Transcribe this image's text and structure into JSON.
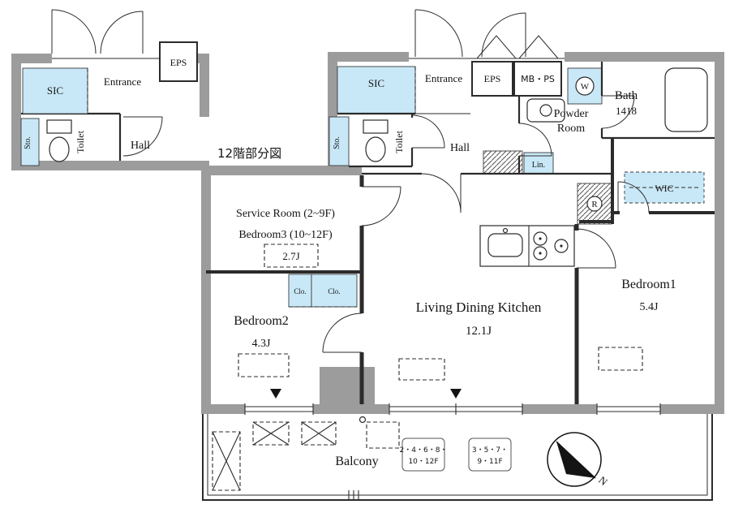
{
  "caption": "12階部分図",
  "colors": {
    "blue": "#c9e8f7",
    "wall": "#9c9c9c",
    "line": "#2b2b2b"
  },
  "inset": {
    "sic": "SIC",
    "entrance": "Entrance",
    "eps": "EPS",
    "toilet": "Toilet",
    "hall": "Hall",
    "storage": "Sto."
  },
  "main": {
    "sic": "SIC",
    "entrance": "Entrance",
    "eps": "EPS",
    "mbps": "MB・PS",
    "washer": "W",
    "bath_name": "Bath",
    "bath_size": "1418",
    "powder_line1": "Powder",
    "powder_line2": "Room",
    "storage": "Sto.",
    "toilet": "Toilet",
    "hall": "Hall",
    "linen": "Lin.",
    "wic": "WIC",
    "service_line1": "Service Room (2~9F)",
    "service_line2": "Bedroom3 (10~12F)",
    "service_size": "2.7J",
    "bedroom2_name": "Bedroom2",
    "bedroom2_size": "4.3J",
    "closet_left": "Clo.",
    "closet_right": "Clo.",
    "ldk_name": "Living Dining Kitchen",
    "ldk_size": "12.1J",
    "fridge": "R",
    "bedroom1_name": "Bedroom1",
    "bedroom1_size": "5.4J"
  },
  "balcony": {
    "label": "Balcony",
    "plate1_line1": "2・4・6・8・",
    "plate1_line2": "10・12F",
    "plate2_line1": "3・5・7・",
    "plate2_line2": "9・11F"
  },
  "compass": {
    "north": "N"
  }
}
